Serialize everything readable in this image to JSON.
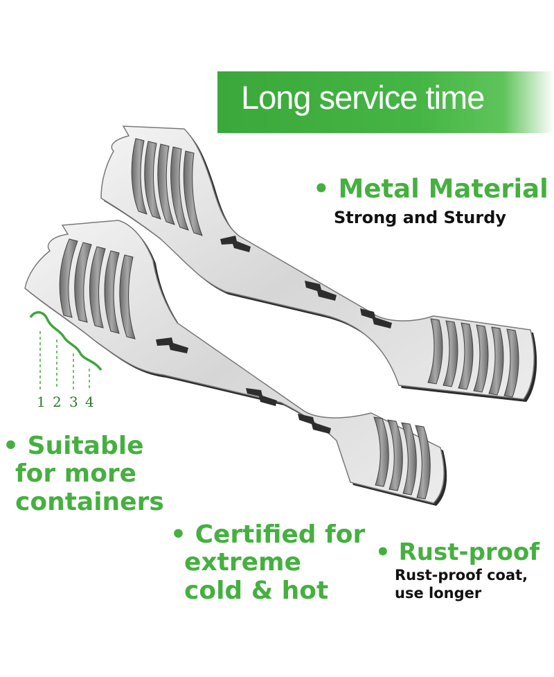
{
  "banner": {
    "title": "Long service time"
  },
  "features": {
    "metal": {
      "title": "Metal Material",
      "subtitle": "Strong and Sturdy"
    },
    "suitable": {
      "line1": "Suitable",
      "line2": "for more",
      "line3": "containers"
    },
    "certified": {
      "line1": "Certified for",
      "line2": "extreme",
      "line3": "cold & hot"
    },
    "rust": {
      "title": "Rust-proof",
      "sub1": "Rust-proof coat,",
      "sub2": "use longer"
    }
  },
  "tooth_labels": [
    "1",
    "2",
    "3",
    "4"
  ],
  "bullet": "•",
  "colors": {
    "accent": "#45b03f",
    "banner": "#3aa83a",
    "text": "#111111"
  }
}
